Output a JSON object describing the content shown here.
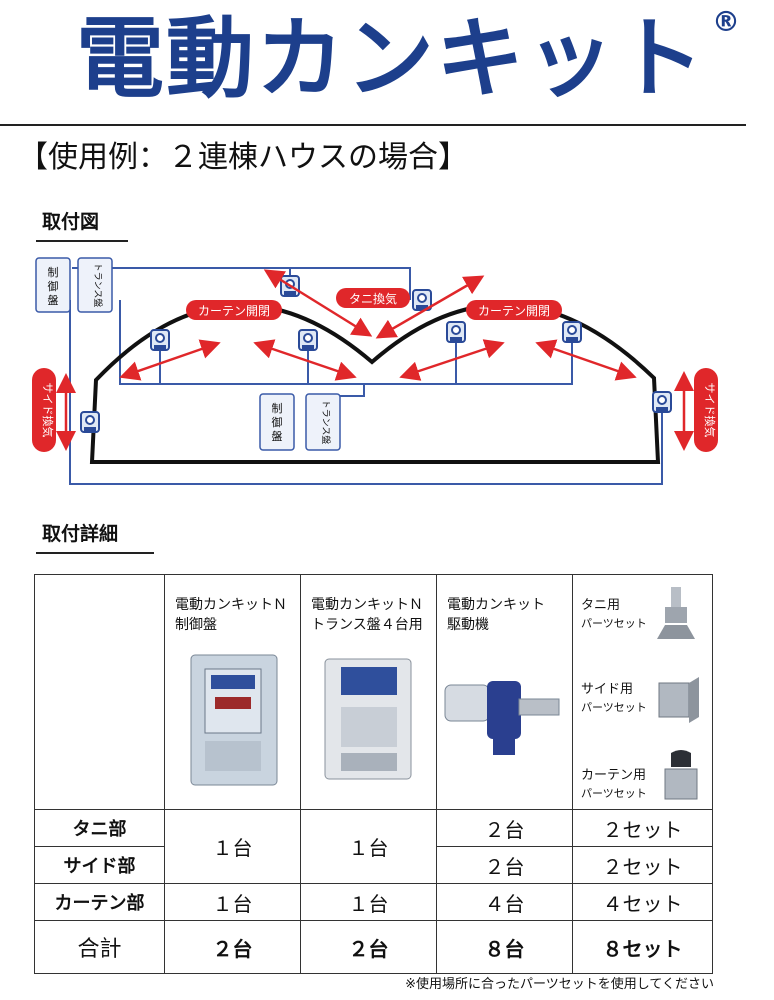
{
  "brand": {
    "title": "電動カンキット",
    "registered": "®"
  },
  "heading": "【使用例：２連棟ハウスの場合】",
  "sections": {
    "install_diagram": "取付図",
    "install_detail": "取付詳細"
  },
  "diagram": {
    "control_box": "制御盤",
    "trans_box": "トランス盤",
    "curtain_label": "カーテン開閉",
    "valley_label": "タニ換気",
    "side_label": "サイド換気"
  },
  "table": {
    "columns": [
      {
        "line1": "電動カンキットＮ",
        "line2": "制御盤"
      },
      {
        "line1": "電動カンキットＮ",
        "line2": "トランス盤４台用"
      },
      {
        "line1": "電動カンキット",
        "line2": "駆動機"
      }
    ],
    "parts": [
      {
        "name": "タニ用",
        "sub": "パーツセット"
      },
      {
        "name": "サイド用",
        "sub": "パーツセット"
      },
      {
        "name": "カーテン用",
        "sub": "パーツセット"
      }
    ],
    "rows": [
      {
        "label": "タニ部",
        "drive": "２台",
        "parts": "２セット"
      },
      {
        "label": "サイド部",
        "drive": "２台",
        "parts": "２セット"
      },
      {
        "label": "カーテン部",
        "control": "１台",
        "trans": "１台",
        "drive": "４台",
        "parts": "４セット"
      }
    ],
    "merged": {
      "control": "１台",
      "trans": "１台"
    },
    "total": {
      "label": "合計",
      "control": "２台",
      "trans": "２台",
      "drive": "８台",
      "parts": "８セット"
    }
  },
  "footnote": "※使用場所に合ったパーツセットを使用してください",
  "colors": {
    "brand": "#1d3f8c",
    "arrow": "#e0272a",
    "wire": "#3a5aa8"
  }
}
